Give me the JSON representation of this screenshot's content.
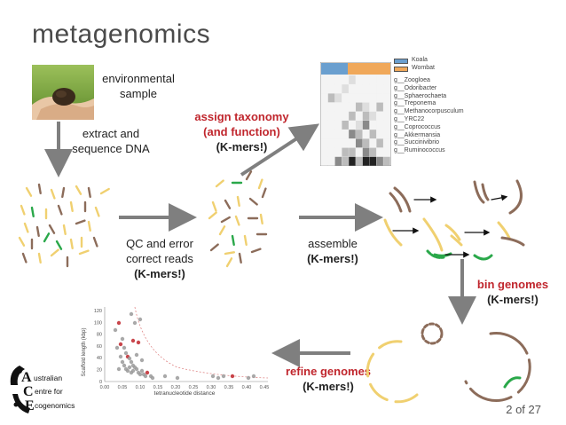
{
  "slide": {
    "title": "metagenomics",
    "page": "2 of 27"
  },
  "steps": {
    "environmental_sample": [
      "environmental",
      "sample"
    ],
    "extract": [
      "extract and",
      "sequence DNA"
    ],
    "assign": [
      "assign taxonomy",
      "(and function)"
    ],
    "assign_kmers": "(K-mers!)",
    "qc": [
      "QC and error",
      "correct reads"
    ],
    "qc_kmers": "(K-mers!)",
    "assemble": "assemble",
    "assemble_kmers": "(K-mers!)",
    "bin": "bin genomes",
    "bin_kmers": "(K-mers!)",
    "refine": "refine genomes",
    "refine_kmers": "(K-mers!)"
  },
  "heatmap": {
    "legend": [
      {
        "label": "Koala",
        "color": "#6a9fcf"
      },
      {
        "label": "Wombat",
        "color": "#f0a85a"
      }
    ],
    "taxa": [
      "g__Zoogloea",
      "g__Odoribacter",
      "g__Sphaerochaeta",
      "g__Treponema",
      "g__Methanocorpusculum",
      "g__YRC22",
      "g__Coprococcus",
      "g__Akkermansia",
      "g__Succinivibrio",
      "g__Ruminococcus"
    ]
  },
  "scatter_plot": {
    "ylabel": "Scaffold length (kbp)",
    "xlabel": "tetranucleotide distance",
    "yticks": [
      "120",
      "100",
      "80",
      "60",
      "40",
      "20",
      "0"
    ],
    "xticks": [
      "0.00",
      "0.05",
      "0.10",
      "0.15",
      "0.20",
      "0.25",
      "0.30",
      "0.35",
      "0.40",
      "0.45"
    ]
  },
  "logo": {
    "lines": [
      "ustralian",
      "entre for",
      "cogenomics"
    ]
  },
  "colors": {
    "arrow": "#7f7f7f",
    "read_brown": "#8c6c5a",
    "read_yellow": "#f0d070",
    "read_green": "#2aa84a",
    "highlight_red": "#c0262d"
  }
}
